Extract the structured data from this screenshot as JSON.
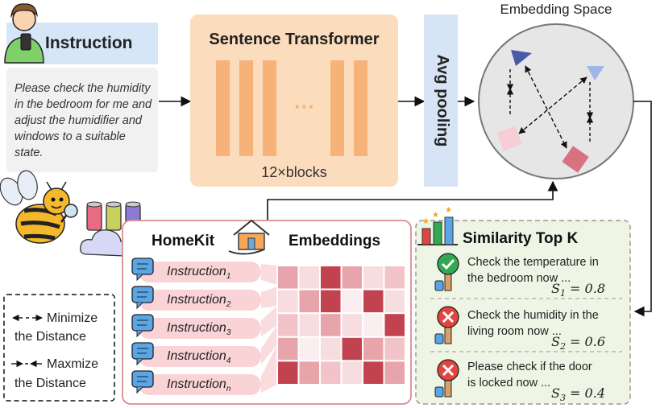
{
  "instruction": {
    "title": "Instruction",
    "text": "Please check the humidity in the bedroom for me and adjust the humidifier and windows to a suitable state."
  },
  "transformer": {
    "title": "Sentence Transformer",
    "dots": "···",
    "blocks_label": "12×blocks"
  },
  "pooling": {
    "label": "Avg pooling"
  },
  "embedding_space": {
    "title": "Embedding Space"
  },
  "homekit": {
    "title": "HomeKit",
    "embeddings_title": "Embeddings",
    "items": [
      {
        "label": "Instruction",
        "sub": "1"
      },
      {
        "label": "Instruction",
        "sub": "2"
      },
      {
        "label": "Instruction",
        "sub": "3"
      },
      {
        "label": "Instruction",
        "sub": "4"
      },
      {
        "label": "Instruction",
        "sub": "n"
      }
    ]
  },
  "legend": {
    "minimize_line1": "Minimize",
    "minimize_line2": "the Distance",
    "maximize_line1": "Maxmize",
    "maximize_line2": "the Distance"
  },
  "similarity": {
    "title": "Similarity Top K",
    "results": [
      {
        "line1": "Check the temperature in",
        "line2": "the bedroom now ...",
        "score_var": "S",
        "score_sub": "1",
        "score_val": " = 0.8",
        "status": "check"
      },
      {
        "line1": "Check the humidity in the",
        "line2": "living room now ...",
        "score_var": "S",
        "score_sub": "2",
        "score_val": " = 0.6",
        "status": "cross"
      },
      {
        "line1": "Please check if the door",
        "line2": "is locked now ...",
        "score_var": "S",
        "score_sub": "3",
        "score_val": " = 0.4",
        "status": "cross"
      }
    ]
  },
  "colors": {
    "instruction_header": "#d6e6f7",
    "instruction_box": "#f1f1f1",
    "transformer_box": "#fbdcbc",
    "transformer_block": "#f6b279",
    "pooling_box": "#d6e4f5",
    "embedding_circle": "#e6e6e6",
    "homekit_border": "#d98c8f",
    "instruction_pill": "#f9d3d6",
    "similarity_box": "#eef5e5",
    "check_green": "#32a852",
    "cross_red": "#e2453f"
  }
}
